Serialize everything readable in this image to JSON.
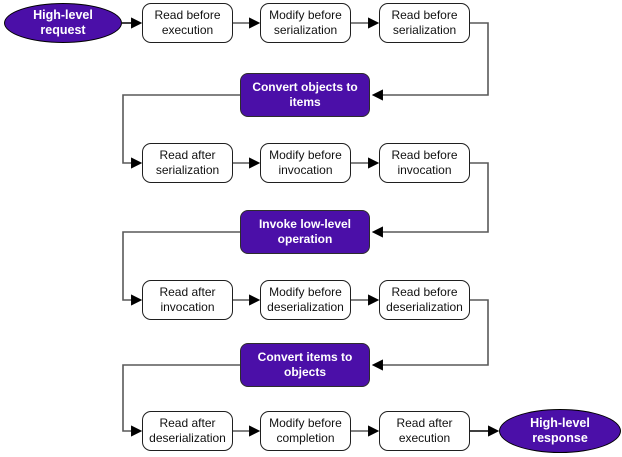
{
  "colors": {
    "accent_purple": "#4B0FA8",
    "box_background": "#ffffff",
    "box_border": "#1f1f1f",
    "connector_gray": "#595959",
    "connector_black": "#000000",
    "page_background": "#ffffff"
  },
  "nodes": {
    "high_level_request": {
      "label": "High-level\nrequest"
    },
    "read_before_execution": {
      "label": "Read before\nexecution"
    },
    "modify_before_serialization": {
      "label": "Modify before\nserialization"
    },
    "read_before_serialization": {
      "label": "Read before\nserialization"
    },
    "convert_objects_to_items": {
      "label": "Convert objects to\nitems"
    },
    "read_after_serialization": {
      "label": "Read after\nserialization"
    },
    "modify_before_invocation": {
      "label": "Modify before\ninvocation"
    },
    "read_before_invocation": {
      "label": "Read before\ninvocation"
    },
    "invoke_low_level_operation": {
      "label": "Invoke low-level\noperation"
    },
    "read_after_invocation": {
      "label": "Read after\ninvocation"
    },
    "modify_before_deserialization": {
      "label": "Modify before\ndeserialization"
    },
    "read_before_deserialization": {
      "label": "Read before\ndeserialization"
    },
    "convert_items_to_objects": {
      "label": "Convert items to\nobjects"
    },
    "read_after_deserialization": {
      "label": "Read after\ndeserialization"
    },
    "modify_before_completion": {
      "label": "Modify before\ncompletion"
    },
    "read_after_execution": {
      "label": "Read after\nexecution"
    },
    "high_level_response": {
      "label": "High-level\nresponse"
    }
  }
}
